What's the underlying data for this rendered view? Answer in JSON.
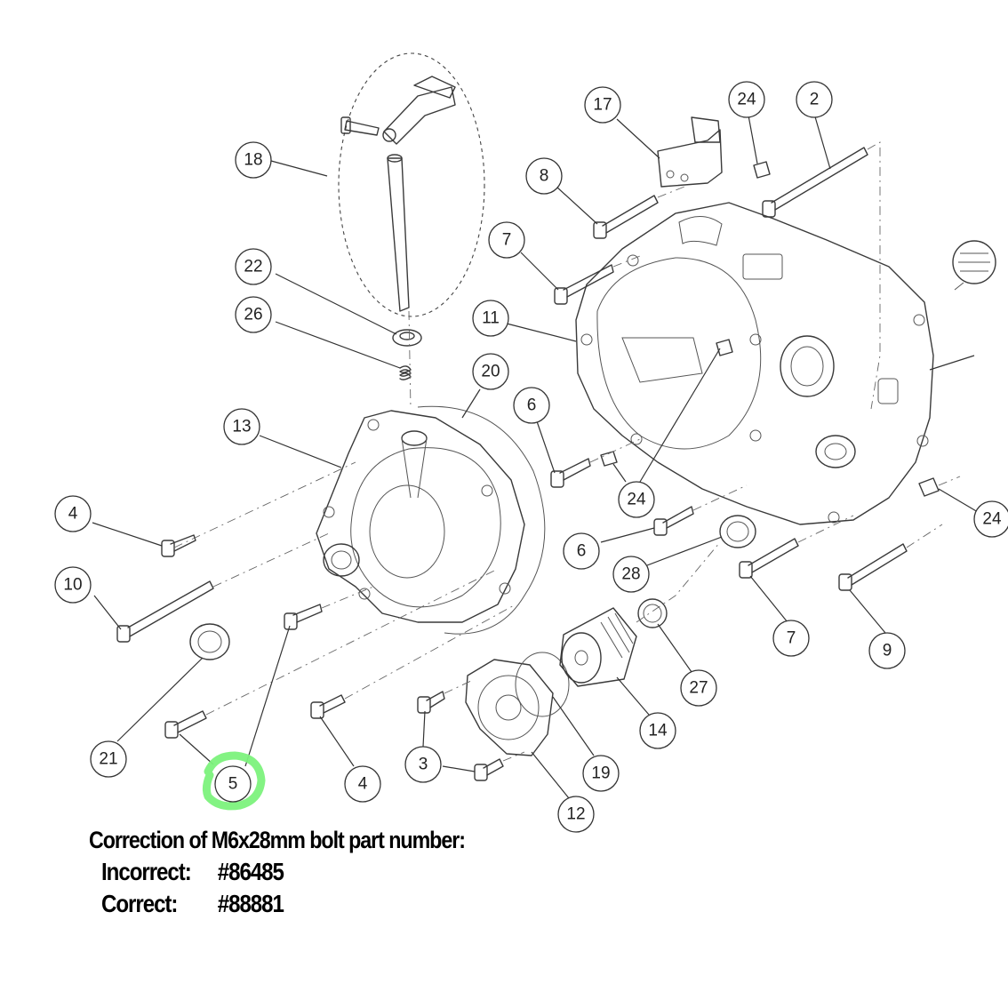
{
  "diagram": {
    "callouts": [
      {
        "id": "c18",
        "label": "18"
      },
      {
        "id": "c22",
        "label": "22"
      },
      {
        "id": "c26",
        "label": "26"
      },
      {
        "id": "c13",
        "label": "13"
      },
      {
        "id": "c20",
        "label": "20"
      },
      {
        "id": "c4a",
        "label": "4"
      },
      {
        "id": "c10",
        "label": "10"
      },
      {
        "id": "c21",
        "label": "21"
      },
      {
        "id": "c5",
        "label": "5"
      },
      {
        "id": "c4b",
        "label": "4"
      },
      {
        "id": "c3",
        "label": "3"
      },
      {
        "id": "c12",
        "label": "12"
      },
      {
        "id": "c19",
        "label": "19"
      },
      {
        "id": "c14",
        "label": "14"
      },
      {
        "id": "c27",
        "label": "27"
      },
      {
        "id": "c28",
        "label": "28"
      },
      {
        "id": "c6a",
        "label": "6"
      },
      {
        "id": "c6b",
        "label": "6"
      },
      {
        "id": "c24a",
        "label": "24"
      },
      {
        "id": "c11",
        "label": "11"
      },
      {
        "id": "c7a",
        "label": "7"
      },
      {
        "id": "c8",
        "label": "8"
      },
      {
        "id": "c17",
        "label": "17"
      },
      {
        "id": "c24b",
        "label": "24"
      },
      {
        "id": "c2",
        "label": "2"
      },
      {
        "id": "c24c",
        "label": "24"
      },
      {
        "id": "c7b",
        "label": "7"
      },
      {
        "id": "c9",
        "label": "9"
      }
    ],
    "highlight_color": "#7cf27c"
  },
  "note": {
    "title": "Correction of M6x28mm bolt part number:",
    "incorrect_label": "Incorrect:",
    "incorrect_value": "#86485",
    "correct_label": "Correct:",
    "correct_value": "#88881"
  }
}
